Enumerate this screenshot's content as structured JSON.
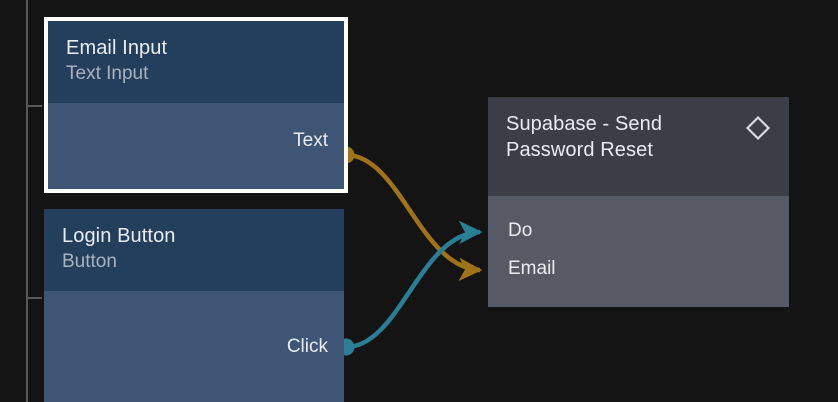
{
  "canvas": {
    "background_color": "#141414",
    "guide": {
      "name": "alignment-guide",
      "color": "#5a5a5a",
      "ticks": [
        105,
        297
      ]
    }
  },
  "nodes": [
    {
      "id": "email-input",
      "title": "Email Input",
      "subtitle": "Text Input",
      "selected": true,
      "header_color": "#243f5c",
      "body_color": "#3e5575",
      "outputs": [
        {
          "label": "Text",
          "color": "#a07318"
        }
      ],
      "inputs": []
    },
    {
      "id": "login-button",
      "title": "Login Button",
      "subtitle": "Button",
      "selected": false,
      "header_color": "#243f5c",
      "body_color": "#3e5575",
      "outputs": [
        {
          "label": "Click",
          "color": "#2b7f94"
        }
      ],
      "inputs": []
    },
    {
      "id": "supabase-send-password-reset",
      "title": "Supabase - Send",
      "title_line2": "Password Reset",
      "subtitle": "",
      "selected": false,
      "header_color": "#3b3e47",
      "body_color": "#565a64",
      "icon": "diamond-icon",
      "outputs": [],
      "inputs": [
        {
          "label": "Do",
          "color": "#2b7f94"
        },
        {
          "label": "Email",
          "color": "#a07318"
        }
      ]
    }
  ],
  "edges": [
    {
      "id": "text-to-email",
      "from_node": "email-input",
      "from_port": "Text",
      "to_node": "supabase-send-password-reset",
      "to_port": "Email",
      "color": "#a07318"
    },
    {
      "id": "click-to-do",
      "from_node": "login-button",
      "from_port": "Click",
      "to_node": "supabase-send-password-reset",
      "to_port": "Do",
      "color": "#2b7f94"
    }
  ]
}
